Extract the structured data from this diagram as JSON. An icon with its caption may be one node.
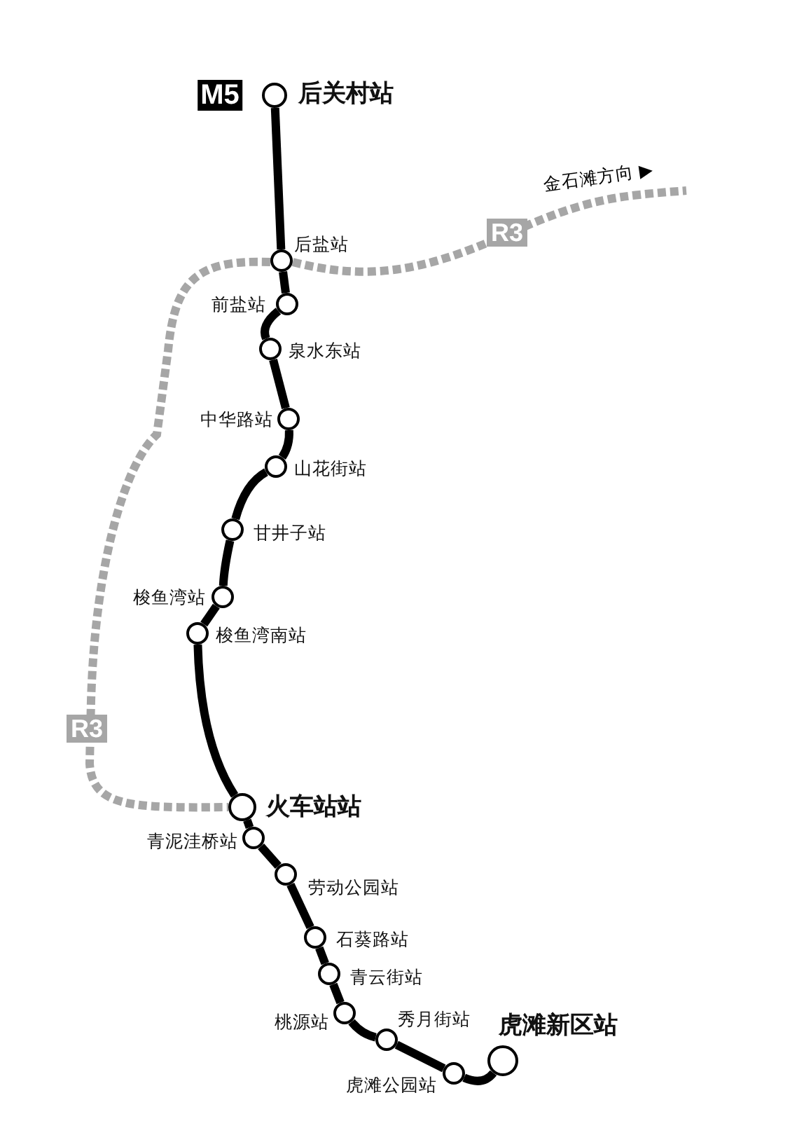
{
  "diagram": {
    "nodes": [
      {
        "text": [],
        "shape": "circle",
        "beside": [
          "后关村站"
        ]
      },
      {
        "text": [],
        "shape": "circle",
        "beside": [
          "后盐站"
        ]
      },
      {
        "text": [],
        "shape": "circle",
        "beside": [
          "前盐站"
        ]
      },
      {
        "text": [],
        "shape": "circle",
        "beside": [
          "泉水东站"
        ]
      },
      {
        "text": [],
        "shape": "circle",
        "beside": [
          "中华路站"
        ]
      },
      {
        "text": [],
        "shape": "circle",
        "beside": [
          "山花街站"
        ]
      },
      {
        "text": [],
        "shape": "circle",
        "beside": [
          "甘井子站"
        ]
      },
      {
        "text": [],
        "shape": "circle",
        "beside": [
          "梭鱼湾站"
        ]
      },
      {
        "text": [],
        "shape": "circle",
        "beside": [
          "梭鱼湾南站"
        ]
      },
      {
        "text": [],
        "shape": "circle",
        "beside": [
          "火车站站"
        ]
      },
      {
        "text": [],
        "shape": "circle",
        "beside": [
          "青泥洼桥站"
        ]
      },
      {
        "text": [],
        "shape": "circle",
        "beside": [
          "劳动公园站"
        ]
      },
      {
        "text": [],
        "shape": "circle",
        "beside": [
          "石葵路站"
        ]
      },
      {
        "text": [],
        "shape": "circle",
        "beside": [
          "青云街站"
        ]
      },
      {
        "text": [],
        "shape": "circle",
        "beside": [
          "桃源站"
        ]
      },
      {
        "text": [],
        "shape": "circle",
        "beside": [
          "秀月街站"
        ]
      },
      {
        "text": [],
        "shape": "circle",
        "beside": [
          "虎滩公园站"
        ]
      },
      {
        "text": [],
        "shape": "circle",
        "beside": [
          "虎滩新区站"
        ]
      }
    ],
    "edges": [
      {
        "from": 0,
        "to": 1,
        "arrow": "none"
      },
      {
        "from": 1,
        "to": 2,
        "arrow": "none"
      },
      {
        "from": 2,
        "to": 3,
        "arrow": "none"
      },
      {
        "from": 3,
        "to": 4,
        "arrow": "none"
      },
      {
        "from": 4,
        "to": 5,
        "arrow": "none"
      },
      {
        "from": 5,
        "to": 6,
        "arrow": "none"
      },
      {
        "from": 6,
        "to": 7,
        "arrow": "none"
      },
      {
        "from": 7,
        "to": 8,
        "arrow": "none"
      },
      {
        "from": 8,
        "to": 9,
        "arrow": "none"
      },
      {
        "from": 9,
        "to": 10,
        "arrow": "none"
      },
      {
        "from": 10,
        "to": 11,
        "arrow": "none"
      },
      {
        "from": 11,
        "to": 12,
        "arrow": "none"
      },
      {
        "from": 12,
        "to": 13,
        "arrow": "none"
      },
      {
        "from": 13,
        "to": 14,
        "arrow": "none"
      },
      {
        "from": 14,
        "to": 15,
        "arrow": "none"
      },
      {
        "from": 15,
        "to": 16,
        "arrow": "none"
      },
      {
        "from": 16,
        "to": 17,
        "arrow": "none"
      },
      {
        "from": 1,
        "to": 9,
        "arrow": "none",
        "style": "dashed",
        "color": "#a6a6a6",
        "label": "R3"
      },
      {
        "from": 1,
        "to": null,
        "arrow": "none",
        "style": "dashed",
        "color": "#a6a6a6",
        "label": "R3"
      }
    ],
    "labels": [
      "M5",
      "金石滩方向 ▶"
    ]
  }
}
